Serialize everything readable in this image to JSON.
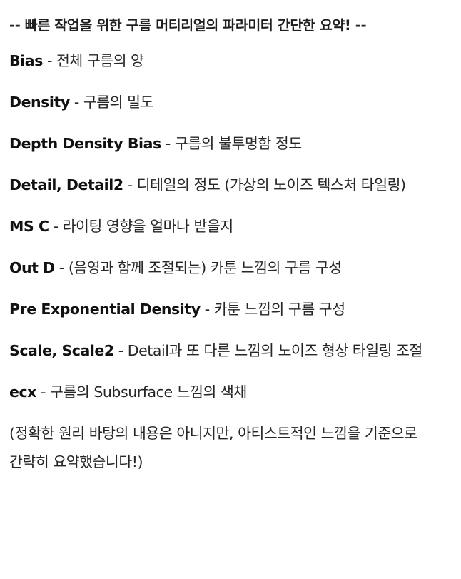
{
  "intro": "-- 빠른 작업을 위한 구름 머티리얼의 파라미터 간단한 요약! --",
  "separator": " - ",
  "params": [
    {
      "name": "Bias",
      "desc": "전체 구름의 양"
    },
    {
      "name": "Density",
      "desc": "구름의 밀도"
    },
    {
      "name": "Depth Density Bias",
      "desc": "구름의 불투명함 정도"
    },
    {
      "name": "Detail, Detail2",
      "desc": "디테일의 정도 (가상의 노이즈 텍스처 타일링)"
    },
    {
      "name": "MS C",
      "desc": "라이팅 영향을 얼마나 받을지"
    },
    {
      "name": "Out D",
      "desc": "(음영과 함께 조절되는) 카툰 느낌의 구름 구성"
    },
    {
      "name": "Pre Exponential Density",
      "desc": "카툰 느낌의 구름 구성"
    },
    {
      "name": "Scale, Scale2",
      "desc": "Detail과 또 다른 느낌의 노이즈 형상 타일링 조절"
    },
    {
      "name": "ecx",
      "desc": "구름의 Subsurface 느낌의 색채"
    }
  ],
  "note": "(정확한 원리 바탕의 내용은 아니지만, 아티스트적인 느낌을 기준으로 간략히 요약했습니다!)"
}
